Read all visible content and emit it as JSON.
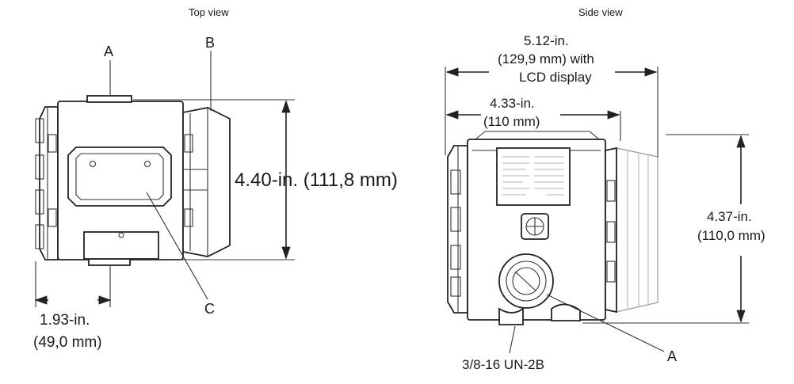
{
  "views": {
    "top": {
      "title": "Top view"
    },
    "side": {
      "title": "Side view"
    }
  },
  "callouts": {
    "top_a": "A",
    "top_b": "B",
    "top_c": "C",
    "side_a": "A"
  },
  "dimensions": {
    "top_height": "4.40-in. (111,8 mm)",
    "top_width_in": "1.93-in.",
    "top_width_mm": "(49,0 mm)",
    "side_lcd_width_in": "5.12-in.",
    "side_lcd_width_mm": "(129,9 mm) with",
    "side_lcd_width_note": "LCD display",
    "side_width_in": "4.33-in.",
    "side_width_mm": "(110 mm)",
    "side_height_in": "4.37-in.",
    "side_height_mm": "(110,0 mm)"
  },
  "thread": {
    "label": "3/8-16 UN-2B"
  },
  "colors": {
    "line": "#222222",
    "background": "#ffffff"
  }
}
